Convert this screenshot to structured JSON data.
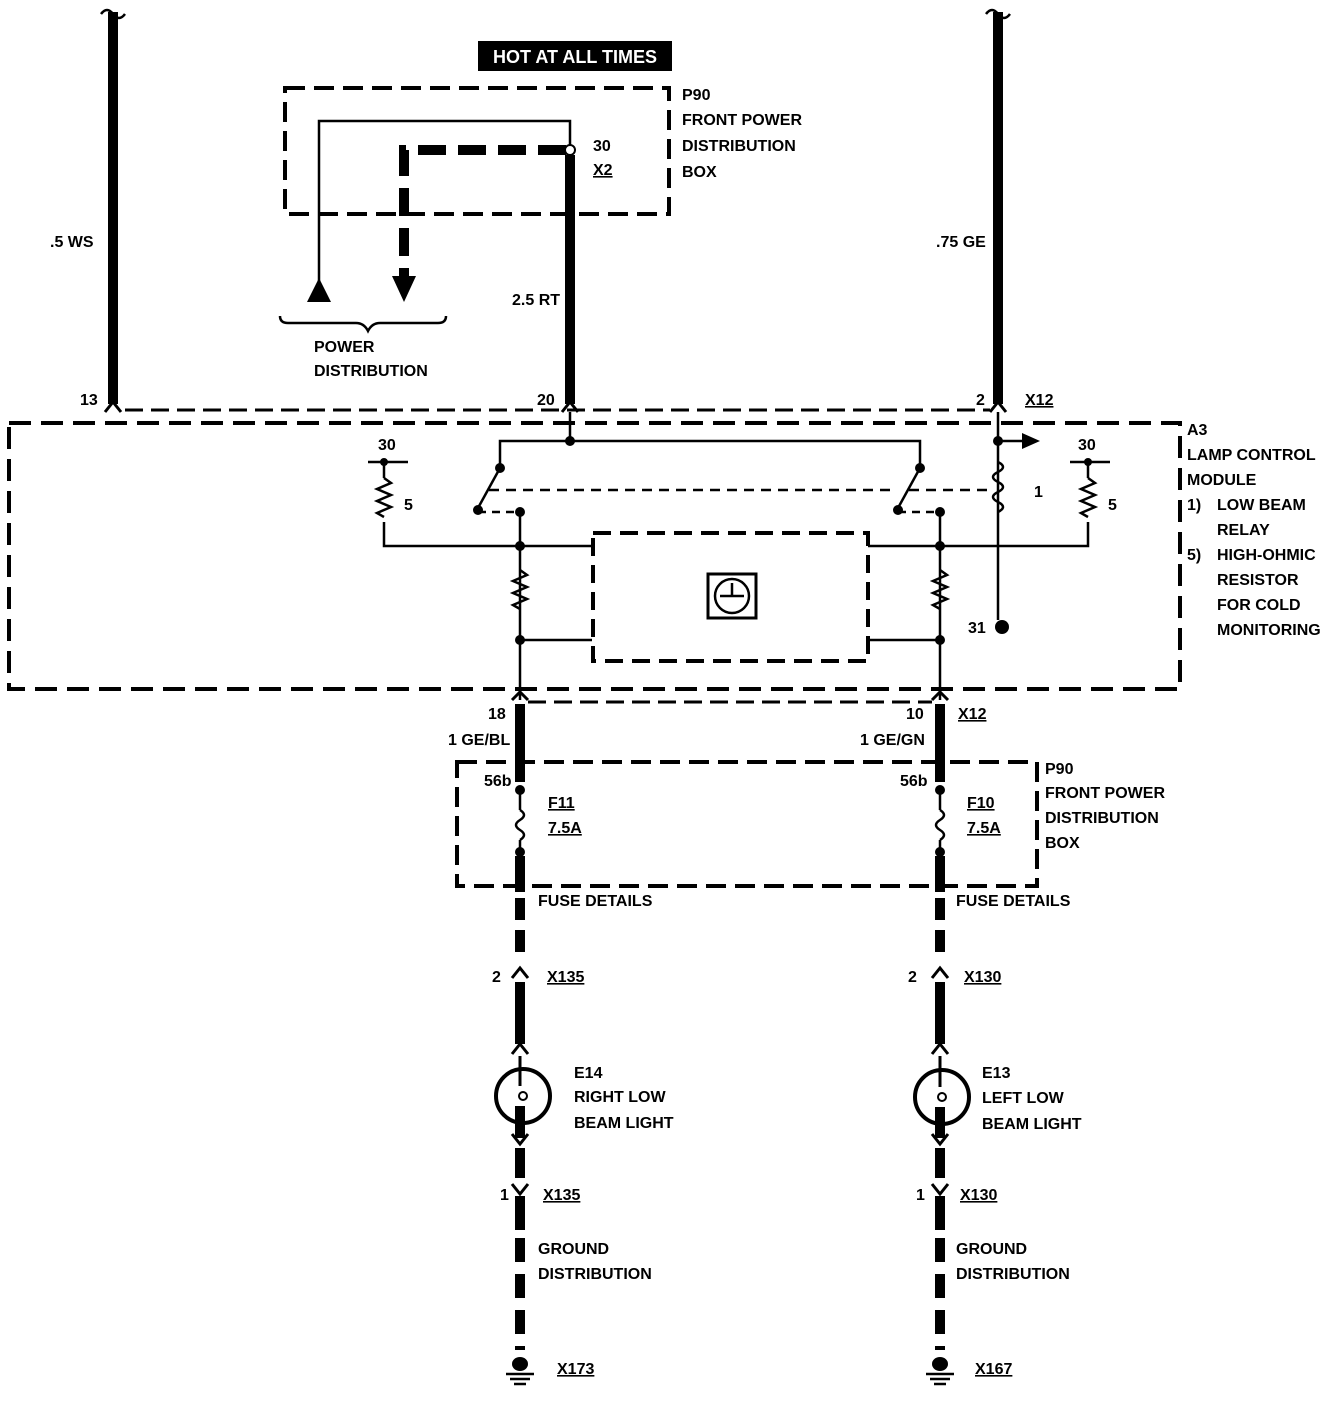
{
  "header": {
    "hot_label": "HOT AT ALL TIMES"
  },
  "p90_top": {
    "id": "P90",
    "line1": "FRONT POWER",
    "line2": "DISTRIBUTION",
    "line3": "BOX",
    "pin": "30",
    "conn": "X2"
  },
  "power_distribution": {
    "line1": "POWER",
    "line2": "DISTRIBUTION"
  },
  "wires": {
    "left": ".5 WS",
    "center": "2.5 RT",
    "right": ".75 GE",
    "low_left": "1 GE/BL",
    "low_right": "1 GE/GN"
  },
  "pins": {
    "p13": "13",
    "p20": "20",
    "p2": "2",
    "x12": "X12",
    "p30a": "30",
    "p30b": "30",
    "r5a": "5",
    "r5b": "5",
    "coil": "1",
    "p31": "31",
    "p18": "18",
    "p10": "10",
    "x12b": "X12"
  },
  "a3": {
    "id": "A3",
    "line1": "LAMP CONTROL",
    "line2": "MODULE",
    "note1_num": "1)",
    "note1_a": "LOW BEAM",
    "note1_b": "RELAY",
    "note5_num": "5)",
    "note5_a": "HIGH-OHMIC",
    "note5_b": "RESISTOR",
    "note5_c": "FOR COLD",
    "note5_d": "MONITORING"
  },
  "p90_bottom": {
    "id": "P90",
    "line1": "FRONT POWER",
    "line2": "DISTRIBUTION",
    "line3": "BOX"
  },
  "fuses": {
    "left": {
      "term": "56b",
      "name": "F11",
      "rating": "7.5A",
      "details": "FUSE DETAILS"
    },
    "right": {
      "term": "56b",
      "name": "F10",
      "rating": "7.5A",
      "details": "FUSE DETAILS"
    }
  },
  "lamps": {
    "right": {
      "pin_top": "2",
      "conn_top": "X135",
      "id": "E14",
      "line1": "RIGHT LOW",
      "line2": "BEAM LIGHT",
      "pin_bot": "1",
      "conn_bot": "X135",
      "ground1": "GROUND",
      "ground2": "DISTRIBUTION",
      "ground_conn": "X173"
    },
    "left": {
      "pin_top": "2",
      "conn_top": "X130",
      "id": "E13",
      "line1": "LEFT LOW",
      "line2": "BEAM LIGHT",
      "pin_bot": "1",
      "conn_bot": "X130",
      "ground1": "GROUND",
      "ground2": "DISTRIBUTION",
      "ground_conn": "X167"
    }
  }
}
